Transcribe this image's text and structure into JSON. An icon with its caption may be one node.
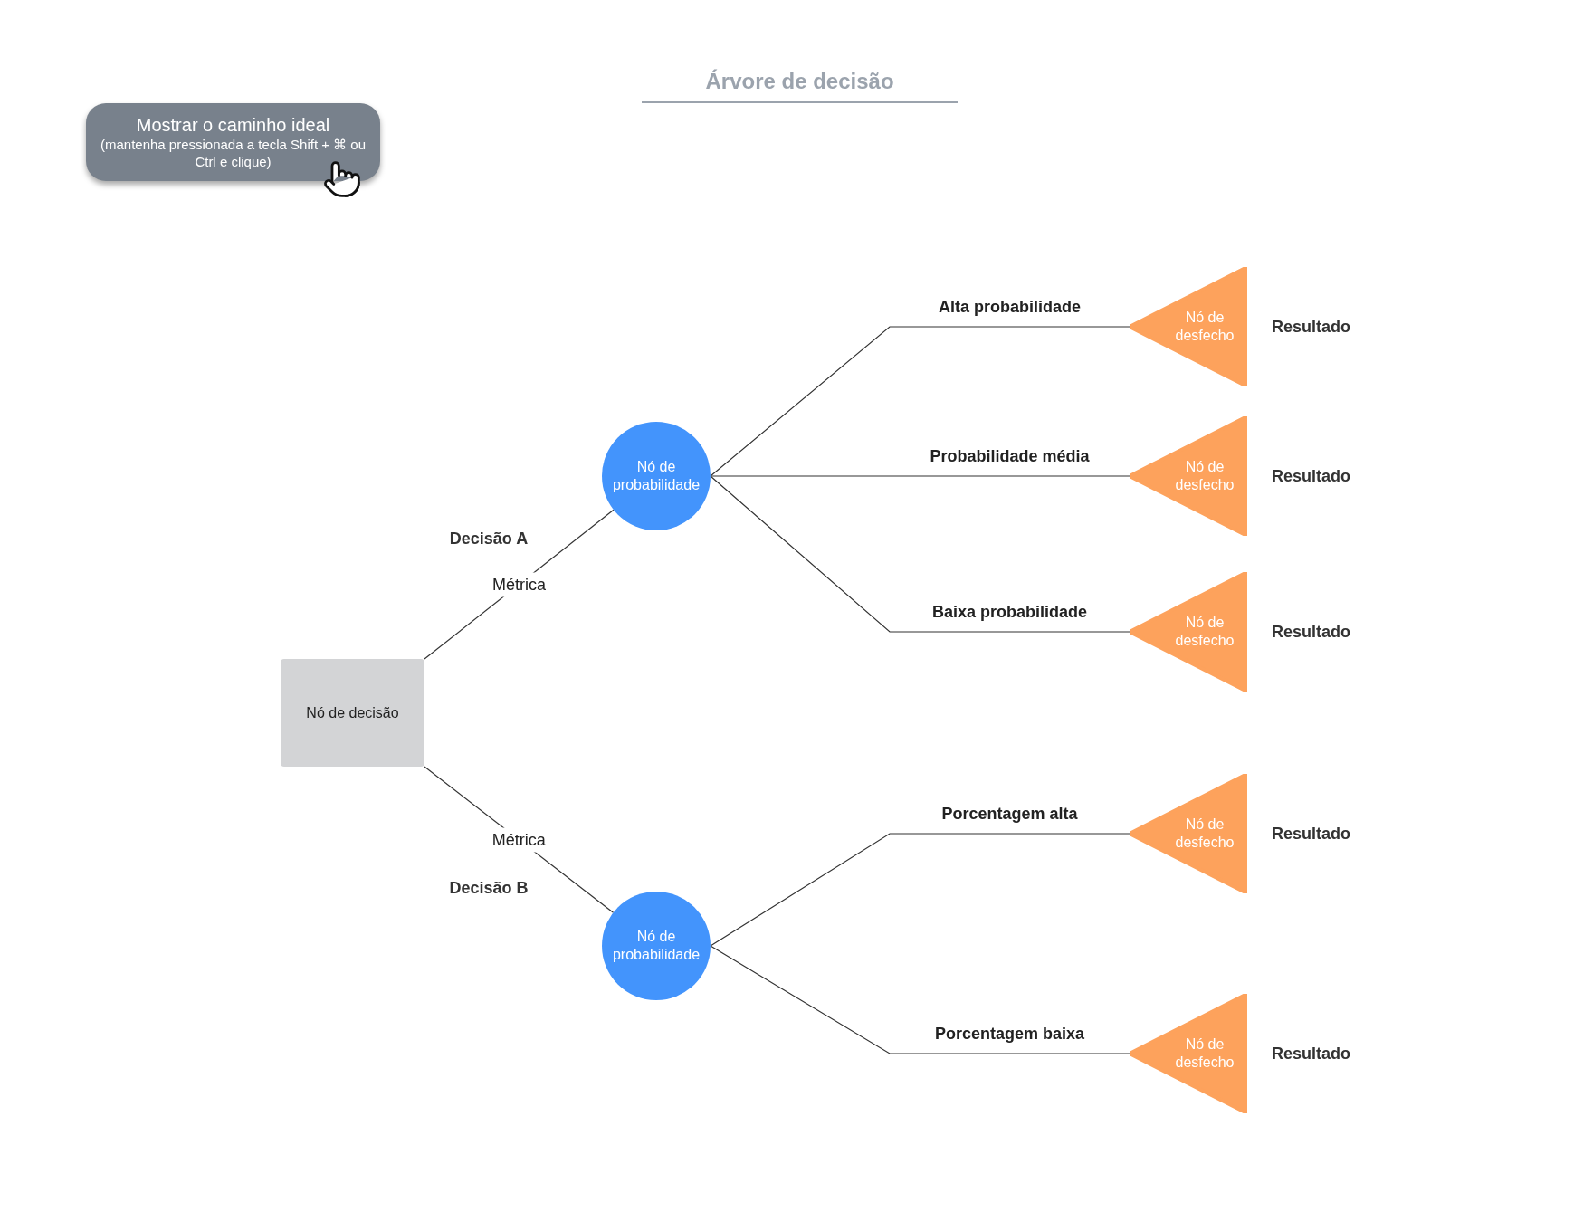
{
  "diagram": {
    "title": "Árvore de decisão",
    "nodes": [
      {
        "text": [
          "Nó de decisão"
        ]
      },
      {
        "text": [
          "Nó de probabilidade"
        ]
      },
      {
        "text": [
          "Nó de probabilidade"
        ]
      },
      {
        "text": [
          "Nó de desfecho"
        ],
        "beside": [
          "Resultado"
        ]
      },
      {
        "text": [
          "Nó de desfecho"
        ],
        "beside": [
          "Resultado"
        ]
      },
      {
        "text": [
          "Nó de desfecho"
        ],
        "beside": [
          "Resultado"
        ]
      },
      {
        "text": [
          "Nó de desfecho"
        ],
        "beside": [
          "Resultado"
        ]
      },
      {
        "text": [
          "Nó de desfecho"
        ],
        "beside": [
          "Resultado"
        ]
      }
    ],
    "edges": [
      {
        "from": 0,
        "to": 1,
        "arrow": "none",
        "label": "Métrica"
      },
      {
        "from": 0,
        "to": 2,
        "arrow": "none",
        "label": "Métrica"
      },
      {
        "from": 1,
        "to": 3,
        "arrow": "none",
        "label": "Alta probabilidade"
      },
      {
        "from": 1,
        "to": 4,
        "arrow": "none",
        "label": "Probabilidade média"
      },
      {
        "from": 1,
        "to": 5,
        "arrow": "none",
        "label": "Baixa probabilidade"
      },
      {
        "from": 2,
        "to": 6,
        "arrow": "none",
        "label": "Porcentagem alta"
      },
      {
        "from": 2,
        "to": 7,
        "arrow": "none",
        "label": "Porcentagem baixa"
      }
    ],
    "labels": [
      "Mostrar o caminho ideal",
      "(mantenha pressionada a tecla Shift + ⌘ ou Ctrl e clique)",
      "Decisão A",
      "Decisão B"
    ]
  }
}
